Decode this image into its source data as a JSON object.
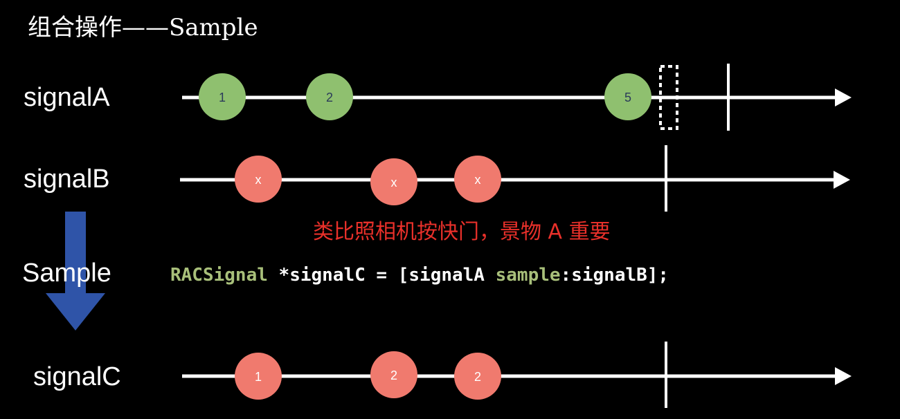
{
  "title": "组合操作——Sample",
  "signals": [
    {
      "name": "signalA",
      "color": "#8fc06f",
      "marbles": [
        "1",
        "2",
        "5"
      ]
    },
    {
      "name": "signalB",
      "color": "#f07a6e",
      "marbles": [
        "x",
        "x",
        "x"
      ]
    },
    {
      "name": "signalC",
      "color": "#f07a6e",
      "marbles": [
        "1",
        "2",
        "2"
      ]
    }
  ],
  "operator_label": "Sample",
  "note": "类比照相机按快门，景物 A 重要",
  "code": {
    "type": "RACSignal",
    "decl": " *signalC = [signalA ",
    "method": "sample",
    "args": ":signalB];"
  },
  "colors": {
    "background": "#000000",
    "line": "#ffffff",
    "green_marble": "#8fc06f",
    "red_marble": "#f07a6e",
    "arrow": "#2f54a8",
    "note": "#e8302a",
    "code_keyword": "#a8bf7a",
    "code_text": "#ffffff"
  }
}
